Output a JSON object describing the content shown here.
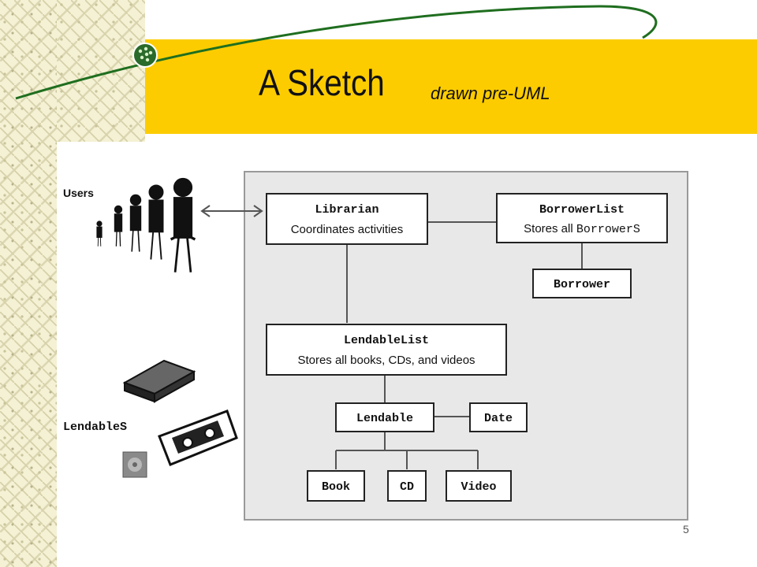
{
  "slide": {
    "title": "A Sketch",
    "subtitle": "drawn pre-UML",
    "page_number": "5"
  },
  "diagram": {
    "nodes": {
      "librarian": {
        "name": "Librarian",
        "desc": "Coordinates activities"
      },
      "borrower_list": {
        "name": "BorrowerList",
        "desc_prefix": "Stores all ",
        "desc_mono": "BorrowerS"
      },
      "borrower": {
        "name": "Borrower"
      },
      "lendable_list": {
        "name": "LendableList",
        "desc": "Stores all books, CDs, and videos"
      },
      "lendable": {
        "name": "Lendable"
      },
      "date": {
        "name": "Date"
      },
      "book": {
        "name": "Book"
      },
      "cd": {
        "name": "CD"
      },
      "video": {
        "name": "Video"
      }
    },
    "side_labels": {
      "users": "Users",
      "lendables": "LendableS"
    }
  },
  "colors": {
    "title_bar": "#fccc00",
    "diagram_bg": "#e8e8e8",
    "swoosh": "#1f6e1f"
  }
}
